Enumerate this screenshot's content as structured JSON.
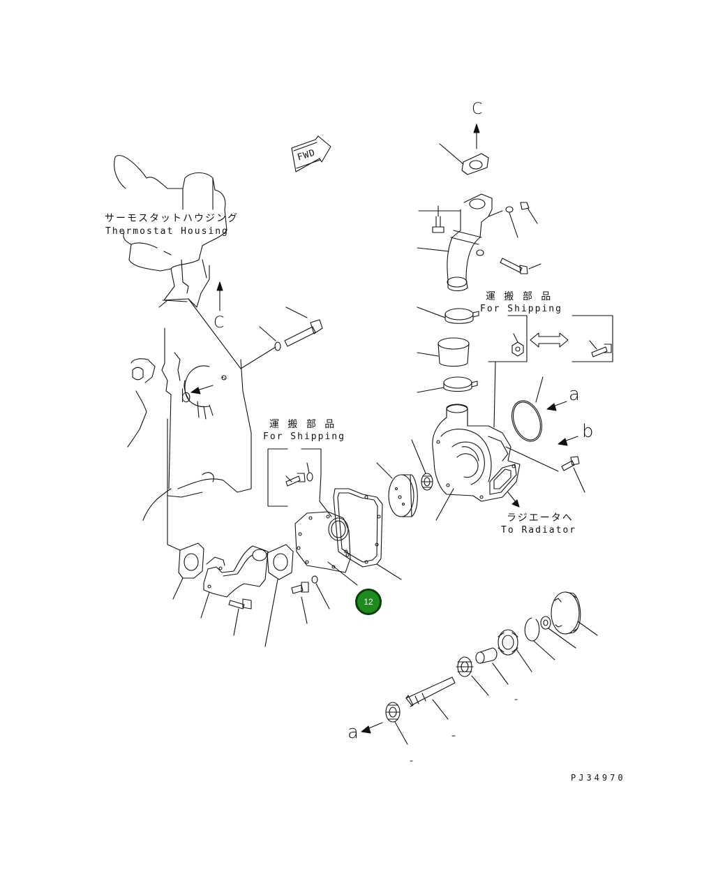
{
  "labels": {
    "thermostat_jp": "サーモスタットハウジング",
    "thermostat_en": "Thermostat Housing",
    "shipping1_jp": "運 搬 部 品",
    "shipping1_en": "For Shipping",
    "shipping2_jp": "運 搬 部 品",
    "shipping2_en": "For Shipping",
    "radiator_jp": "ラジエータへ",
    "radiator_en": "To Radiator",
    "fwd": "FWD",
    "ref_c_top": "C",
    "ref_c_left": "C",
    "ref_a_right": "a",
    "ref_a_bottom": "a",
    "ref_b_left": "b",
    "ref_b_right": "b",
    "drawing_number": "PJ34970"
  },
  "callouts": [
    {
      "number": "12",
      "color": "#1f8a1f"
    }
  ]
}
